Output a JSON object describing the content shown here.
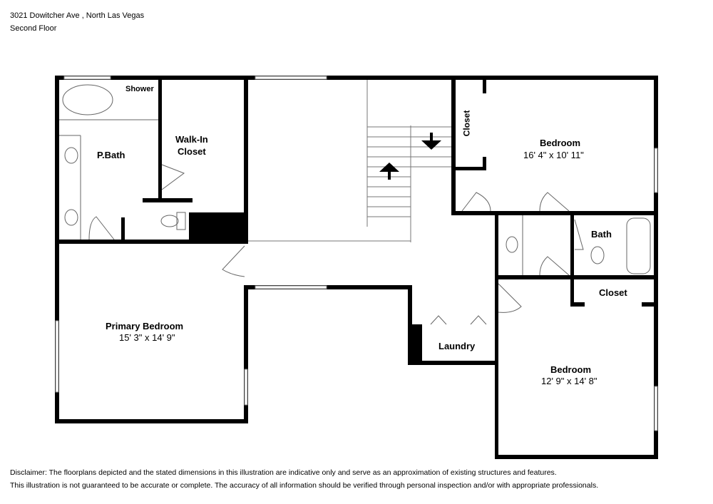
{
  "header": {
    "address": "3021 Dowitcher Ave , North Las Vegas",
    "floor": "Second Floor"
  },
  "rooms": {
    "shower": {
      "name": "Shower"
    },
    "pbath": {
      "name": "P.Bath"
    },
    "walkin_closet": {
      "name_line1": "Walk-In",
      "name_line2": "Closet"
    },
    "closet_top": {
      "name": "Closet"
    },
    "bedroom_top": {
      "name": "Bedroom",
      "dimensions": "16' 4\" x 10' 11\""
    },
    "bath": {
      "name": "Bath"
    },
    "closet_right": {
      "name": "Closet"
    },
    "primary_bedroom": {
      "name": "Primary Bedroom",
      "dimensions": "15' 3\" x 14' 9\""
    },
    "laundry": {
      "name": "Laundry"
    },
    "bedroom_bottom": {
      "name": "Bedroom",
      "dimensions": "12' 9\" x 14' 8\""
    }
  },
  "stairs": {
    "up_icon": "arrow-up-icon",
    "down_icon": "arrow-down-icon"
  },
  "colors": {
    "wall": "#000000",
    "fixture": "#888888",
    "background": "#ffffff"
  },
  "disclaimer": {
    "line1": "Disclaimer: The floorplans depicted and the stated dimensions in this illustration are indicative only and serve as an approximation of existing structures and features.",
    "line2": "This illustration is not guaranteed to be accurate or complete. The accuracy of all information should be verified through personal inspection and/or with appropriate professionals."
  }
}
